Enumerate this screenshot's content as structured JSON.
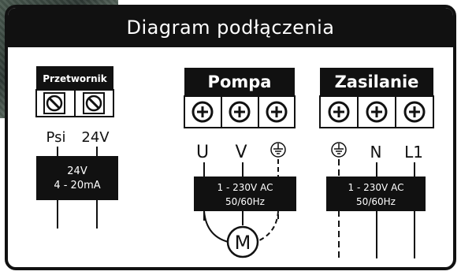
{
  "title": "Diagram podłączenia",
  "converter": {
    "header": "Przetwornik",
    "terminals": [
      "Psi",
      "24V"
    ],
    "box_lines": [
      "24V",
      "4 - 20mA"
    ]
  },
  "pump": {
    "header": "Pompa",
    "terminals": [
      "U",
      "V",
      "ground"
    ],
    "box_lines": [
      "1 - 230V AC",
      "50/60Hz"
    ],
    "motor_label": "M"
  },
  "supply": {
    "header": "Zasilanie",
    "terminals": [
      "ground",
      "N",
      "L1"
    ],
    "box_lines": [
      "1 - 230V AC",
      "50/60Hz"
    ]
  },
  "colors": {
    "ink": "#111111",
    "panel_bg": "#ffffff",
    "label_white": "#ffffff"
  }
}
